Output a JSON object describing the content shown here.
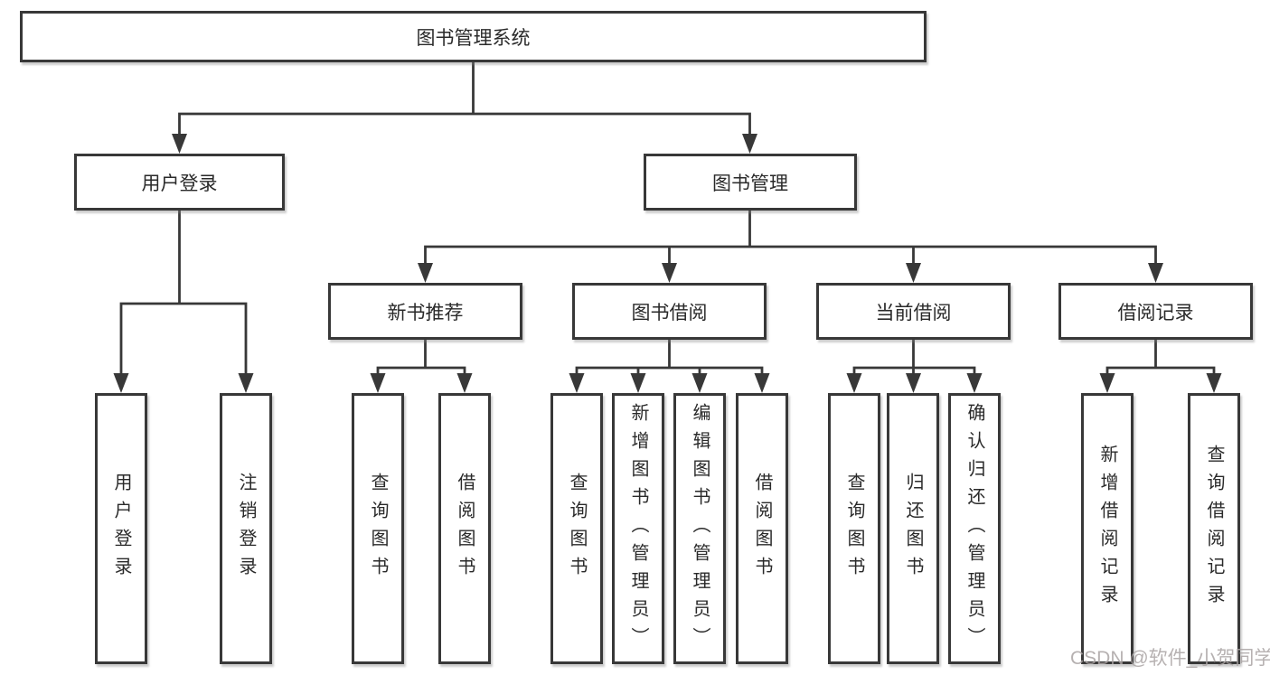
{
  "tree": {
    "label": "图书管理系统",
    "children": [
      {
        "label": "用户登录",
        "children": [
          {
            "label": "用户登录"
          },
          {
            "label": "注销登录"
          }
        ]
      },
      {
        "label": "图书管理",
        "children": [
          {
            "label": "新书推荐",
            "children": [
              {
                "label": "查询图书"
              },
              {
                "label": "借阅图书"
              }
            ]
          },
          {
            "label": "图书借阅",
            "children": [
              {
                "label": "查询图书"
              },
              {
                "label": "新增图书（管理员）"
              },
              {
                "label": "编辑图书（管理员）"
              },
              {
                "label": "借阅图书"
              }
            ]
          },
          {
            "label": "当前借阅",
            "children": [
              {
                "label": "查询图书"
              },
              {
                "label": "归还图书"
              },
              {
                "label": "确认归还（管理员）"
              }
            ]
          },
          {
            "label": "借阅记录",
            "children": [
              {
                "label": "新增借阅记录"
              },
              {
                "label": "查询借阅记录"
              }
            ]
          }
        ]
      }
    ]
  },
  "watermark": "CSDN @软件_小贺同学",
  "colors": {
    "line": "#383838",
    "text": "#2a2a2a",
    "watermark": "#aaa4a4",
    "background": "#ffffff"
  }
}
